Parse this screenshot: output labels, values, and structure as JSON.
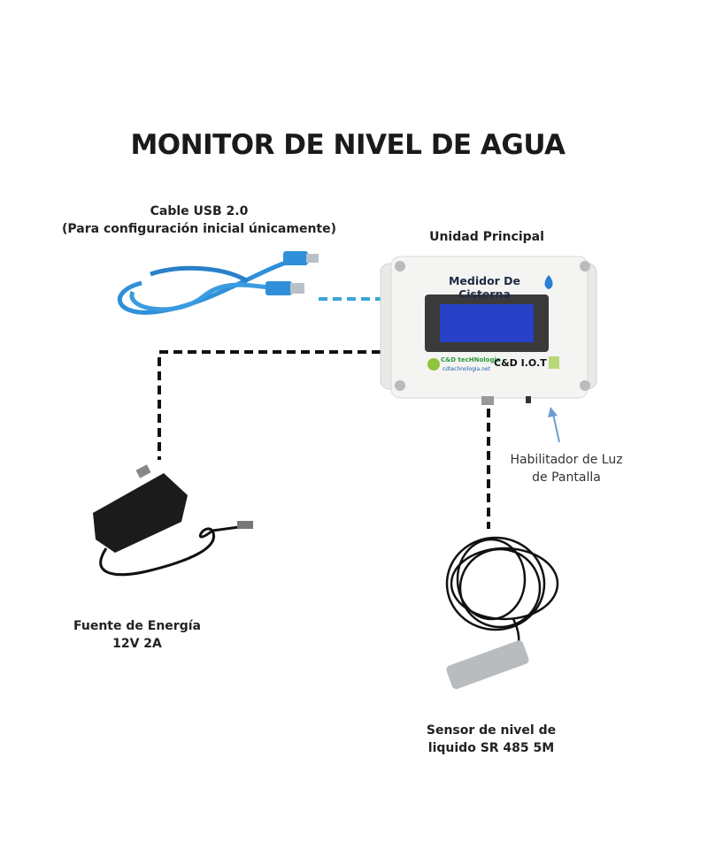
{
  "title": "MONITOR DE NIVEL DE AGUA",
  "components": {
    "usb_cable": {
      "line1": "Cable USB 2.0",
      "line2": "(Para configuración inicial únicamente)"
    },
    "main_unit": {
      "label": "Unidad Principal",
      "brand_text": "Medidor De Cisterna",
      "logo_company": "C&D tecHNologia",
      "logo_url": "cdtechnologia.net",
      "logo_iot": "C&D I.O.T"
    },
    "backlight": {
      "line1": "Habilitador de Luz",
      "line2": "de Pantalla"
    },
    "power_supply": {
      "line1": "Fuente de Energía",
      "line2": "12V 2A"
    },
    "sensor": {
      "line1": "Sensor de nivel de",
      "line2": "liquido SR 485 5M"
    }
  },
  "colors": {
    "usb_blue": "#2f8fd8",
    "lcd_blue": "#2740c8",
    "connector_black": "#111111",
    "arrow_blue": "#6d9fd0"
  }
}
